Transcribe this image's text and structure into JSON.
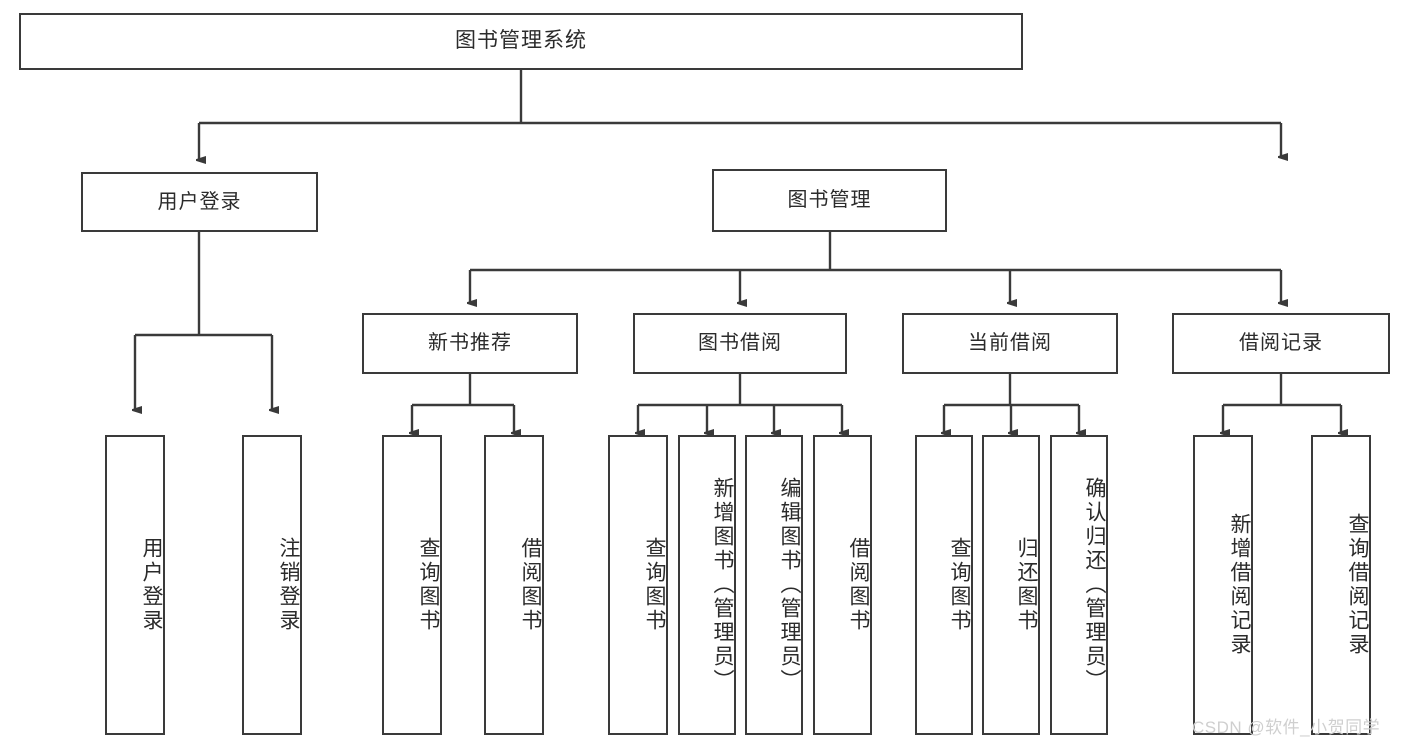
{
  "diagram": {
    "title": "图书管理系统",
    "type": "tree-hierarchy-diagram",
    "colors": {
      "border": "#3a3a3a",
      "text": "#2b2b2b",
      "background": "#ffffff",
      "watermark": "#cfcfcf"
    },
    "root": {
      "label": "图书管理系统"
    },
    "level2": [
      {
        "label": "用户登录"
      },
      {
        "label": "图书管理"
      }
    ],
    "level3": [
      {
        "label": "新书推荐"
      },
      {
        "label": "图书借阅"
      },
      {
        "label": "当前借阅"
      },
      {
        "label": "借阅记录"
      }
    ],
    "leaves": {
      "user_login": [
        {
          "label": "用户登录"
        },
        {
          "label": "注销登录"
        }
      ],
      "new_book_recommend": [
        {
          "label": "查询图书"
        },
        {
          "label": "借阅图书"
        }
      ],
      "book_borrow": [
        {
          "label": "查询图书"
        },
        {
          "label": "新增图书（管理员）"
        },
        {
          "label": "编辑图书（管理员）"
        },
        {
          "label": "借阅图书"
        }
      ],
      "current_borrow": [
        {
          "label": "查询图书"
        },
        {
          "label": "归还图书"
        },
        {
          "label": "确认归还（管理员）"
        }
      ],
      "borrow_record": [
        {
          "label": "新增借阅记录"
        },
        {
          "label": "查询借阅记录"
        }
      ]
    }
  },
  "watermark": {
    "text": "CSDN @软件_小贺同学"
  }
}
